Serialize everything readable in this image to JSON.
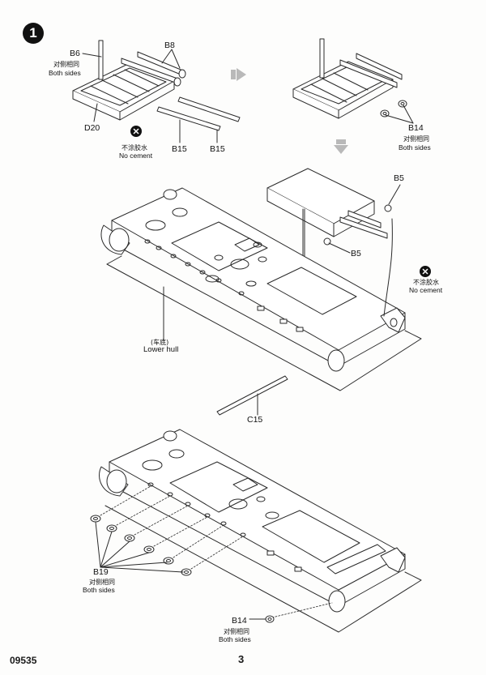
{
  "step": {
    "number": "1"
  },
  "footer": {
    "code": "09535",
    "page": "3"
  },
  "labels": {
    "b6": "B6",
    "b8": "B8",
    "d20": "D20",
    "b15_a": "B15",
    "b15_b": "B15",
    "b14_top": "B14",
    "b5_top": "B5",
    "b5_mid": "B5",
    "c15": "C15",
    "b19": "B19",
    "b14_bottom": "B14"
  },
  "notes": {
    "both_sides_cn": "对侧相同",
    "both_sides_en": "Both sides",
    "no_cement_cn": "不涂胶水",
    "no_cement_en": "No cement",
    "lower_hull_cn": "(车底)",
    "lower_hull_en": "Lower hull"
  },
  "colors": {
    "line": "#2a2a2a",
    "fill": "#ffffff",
    "badge": "#111111",
    "arrow": "#b9b9b9"
  }
}
